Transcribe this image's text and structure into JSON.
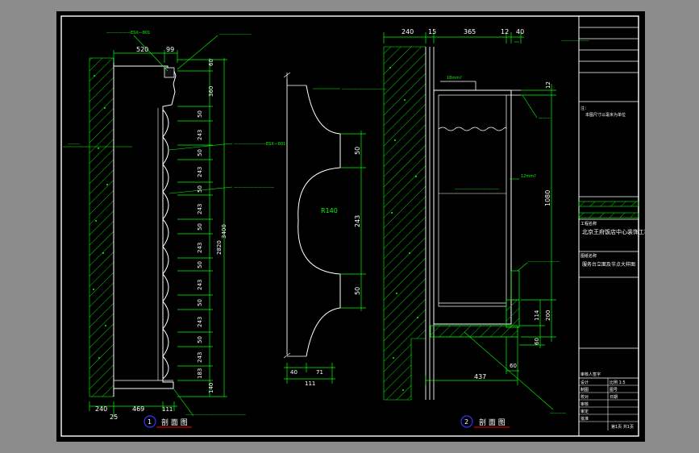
{
  "view1": {
    "dims": {
      "d520": "520",
      "d99": "99",
      "d60": "60",
      "d360": "360",
      "d50": "50",
      "d243": "243",
      "d183": "183",
      "d140": "140",
      "d3400": "3400",
      "d2820": "2820",
      "d240": "240",
      "d469": "469",
      "d111": "111",
      "d25": "25"
    },
    "callouts": {
      "top1": "——————ESX—801",
      "top2": "————————",
      "left": "———",
      "mid1": "————————ESX—801",
      "mid2": "——————————",
      "bottom": "———————————————"
    },
    "number": "1",
    "title": "剖 面 图"
  },
  "profile": {
    "dims": {
      "d50a": "50",
      "d243": "243",
      "d50b": "50",
      "d40": "40",
      "d71": "71",
      "d111": "111"
    },
    "radius": "R140",
    "callout": "———————————"
  },
  "view2": {
    "dims": {
      "d240": "240",
      "d15": "15",
      "d365": "365",
      "d12a": "12",
      "d40": "40",
      "d12b": "12",
      "d1080": "1080",
      "d200": "200",
      "d114": "114",
      "d60a": "60",
      "d60b": "60",
      "d437": "437"
    },
    "callouts": {
      "c1": "18mm?",
      "c2": "———",
      "c3": "———————————",
      "c4": "12mm?",
      "c5": "————————",
      "c6": "————",
      "c7": "———————"
    },
    "number": "2",
    "title": "剖 面 图"
  },
  "titleblock": {
    "note_label": "注：",
    "note_text": "本图尺寸以毫米为单位",
    "project_label": "工程名称",
    "project_name": "北京王府饭店中心装饰工程",
    "drawing_label": "图纸名称",
    "drawing_name": "服务台立面及节点大样图",
    "sign_header": "审核人签字",
    "rows": [
      {
        "l": "设计",
        "r": "比例 1:5"
      },
      {
        "l": "制图",
        "r": "图号"
      },
      {
        "l": "校对",
        "r": "日期"
      },
      {
        "l": "审核",
        "r": ""
      },
      {
        "l": "审定",
        "r": ""
      },
      {
        "l": "批准",
        "r": ""
      }
    ],
    "page": "第1页 共1页"
  },
  "colors": {
    "background": "#000000",
    "frame": "#ffffff",
    "dimension": "#00ff00",
    "wall_hatch": "#00ff00",
    "outline": "#ffffff",
    "title_underline": "#ff0000",
    "view_number_circle": "#0000ff"
  }
}
